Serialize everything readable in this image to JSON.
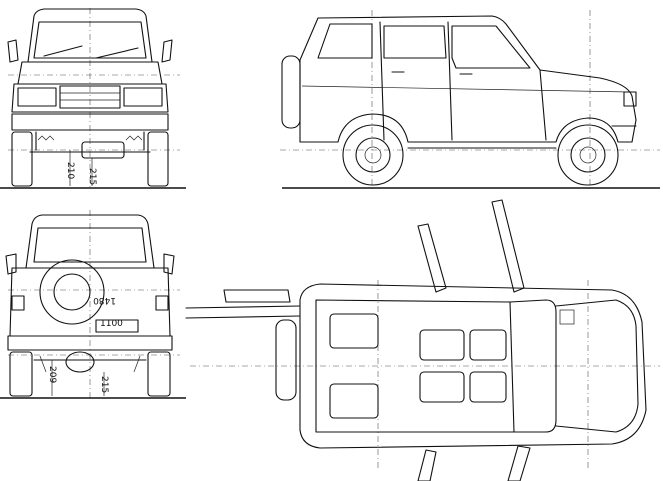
{
  "dimensions": {
    "front_clearance_a": "210",
    "front_clearance_b": "215",
    "rear_track": "1480",
    "rear_width": "1100",
    "rear_clearance_a": "209",
    "rear_clearance_b": "215"
  },
  "colors": {
    "line": "#111111",
    "background": "#ffffff"
  }
}
